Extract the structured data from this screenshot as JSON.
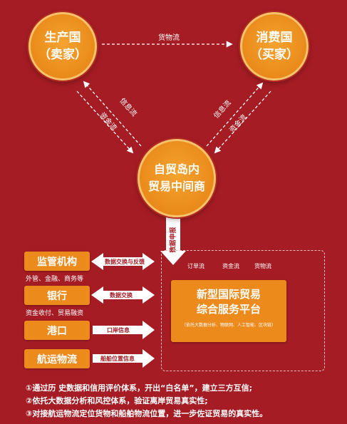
{
  "nodes": {
    "producer": {
      "line1": "生产国",
      "line2": "（卖家）"
    },
    "consumer": {
      "line1": "消费国",
      "line2": "（买家）"
    },
    "middle": {
      "line1": "自贸岛内",
      "line2": "贸易中间商"
    }
  },
  "flows": {
    "goods": "货物流",
    "info_left": "信息流",
    "fund_left": "资金流",
    "info_right": "信息流",
    "fund_right": "资金流",
    "data_report": "数据申报"
  },
  "orgs": [
    {
      "name": "监管机构",
      "sub": "外管、金融、商务等",
      "arrow": "数据交换与反馈"
    },
    {
      "name": "银行",
      "sub": "资金收付、贸易融资",
      "arrow": "数据交换"
    },
    {
      "name": "港口",
      "sub": "",
      "arrow": "口岸信息"
    },
    {
      "name": "航运物流",
      "sub": "",
      "arrow": "船舶位置信息"
    }
  ],
  "platform": {
    "flows": [
      "订单流",
      "资金流",
      "货物流"
    ],
    "title_line1": "新型国际贸易",
    "title_line2": "综合服务平台",
    "note": "（依托大数据分析、物联网、人工智能、区块链）"
  },
  "notes": [
    "①通过历 史数据和信用评价体系，开出“白名单”，建立三方互信;",
    "②依托大数据分析和风控体系，验证离岸贸易真实性;",
    "③对接航运物流定位货物和船舶物流位置，进一步佐证贸易的真实性。"
  ],
  "colors": {
    "background": "#a51c24",
    "node": "#ec8a1c",
    "text": "#ffffff"
  }
}
